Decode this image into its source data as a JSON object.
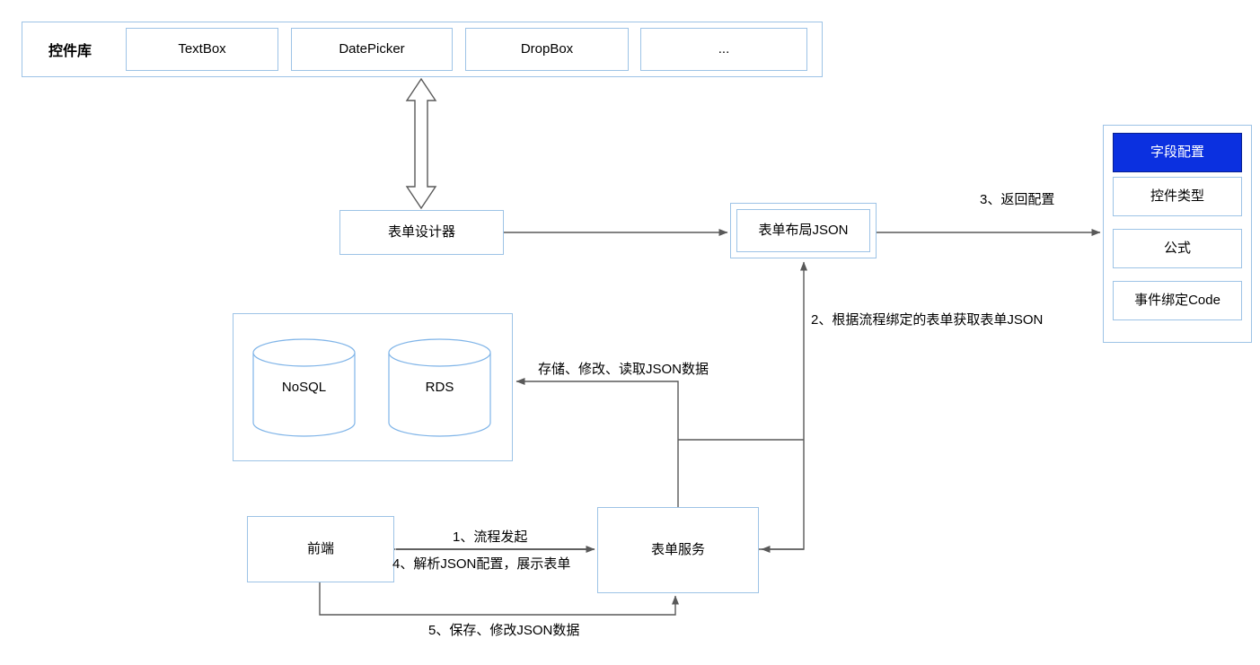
{
  "theme": {
    "box_border": "#9DC3E6",
    "line": "#595959",
    "active_fill": "#0B30E0",
    "active_text": "#FFFFFF",
    "background": "#FFFFFF"
  },
  "control_library": {
    "title": "控件库",
    "items": [
      {
        "label": "TextBox"
      },
      {
        "label": "DatePicker"
      },
      {
        "label": "DropBox"
      },
      {
        "label": "..."
      }
    ]
  },
  "nodes": {
    "form_designer": "表单设计器",
    "form_layout_json": "表单布局JSON",
    "form_service": "表单服务",
    "frontend": "前端"
  },
  "databases": [
    {
      "label": "NoSQL"
    },
    {
      "label": "RDS"
    }
  ],
  "field_config": {
    "header": "字段配置",
    "items": [
      {
        "label": "控件类型"
      },
      {
        "label": "公式"
      },
      {
        "label": "事件绑定Code"
      }
    ]
  },
  "edges": {
    "return_config": "3、返回配置",
    "fetch_form_json": "2、根据流程绑定的表单获取表单JSON",
    "store_modify_read": "存储、修改、读取JSON数据",
    "process_start": "1、流程发起",
    "parse_json_show_form": "4、解析JSON配置，展示表单",
    "save_modify_json": "5、保存、修改JSON数据"
  },
  "icons": {
    "bidirectional_arrow": "double-headed-vertical-arrow",
    "database_cylinder": "database-cylinder-icon"
  }
}
